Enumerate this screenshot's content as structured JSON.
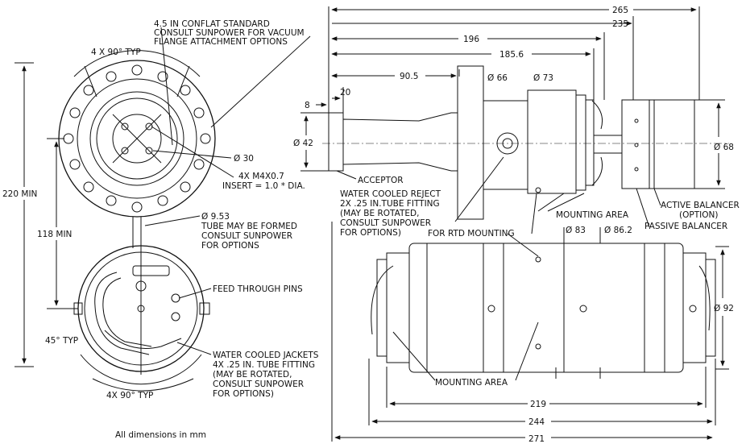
{
  "labels": {
    "flange_note": [
      "4.5 IN CONFLAT STANDARD",
      "CONSULT SUNPOWER FOR VACUUM",
      "FLANGE ATTACHMENT OPTIONS"
    ],
    "bolt_pattern": "4 X 90° TYP",
    "dia_30": "Ø 30",
    "m4_insert": [
      "4X M4X0.7",
      "INSERT = 1.0 * DIA."
    ],
    "tube_note": [
      "Ø 9.53",
      "TUBE MAY BE FORMED",
      "CONSULT SUNPOWER",
      "FOR OPTIONS"
    ],
    "min_220": "220 MIN",
    "min_118": "118 MIN",
    "feed_pins": "FEED THROUGH PINS",
    "angle_45": "45° TYP",
    "jackets_note": [
      "WATER COOLED JACKETS",
      "4X  .25 IN. TUBE FITTING",
      "(MAY BE ROTATED,",
      "CONSULT SUNPOWER",
      "FOR OPTIONS)"
    ],
    "angle_4x90": "4X 90° TYP",
    "footer": "All dimensions in mm",
    "acceptor": "ACCEPTOR",
    "reject_note": [
      "WATER COOLED REJECT",
      "2X .25 IN.TUBE FITTING",
      "(MAY BE ROTATED,",
      "CONSULT SUNPOWER",
      "FOR OPTIONS)"
    ],
    "rtd": "FOR RTD MOUNTING",
    "mounting_area_top": "MOUNTING AREA",
    "active_balancer": [
      "ACTIVE BALANCER",
      "(OPTION)"
    ],
    "passive_balancer": "PASSIVE BALANCER",
    "mounting_area_bottom": "MOUNTING AREA"
  },
  "dimensions": {
    "d265": "265",
    "d235": "235",
    "d196": "196",
    "d185_6": "185.6",
    "d90_5": "90.5",
    "d20": "20",
    "d8": "8",
    "dia66": "Ø 66",
    "dia73": "Ø 73",
    "dia42": "Ø 42",
    "dia68": "Ø 68",
    "dia83": "Ø 83",
    "dia86_2": "Ø 86.2",
    "dia92": "Ø 92",
    "d219": "219",
    "d244": "244",
    "d271": "271"
  }
}
